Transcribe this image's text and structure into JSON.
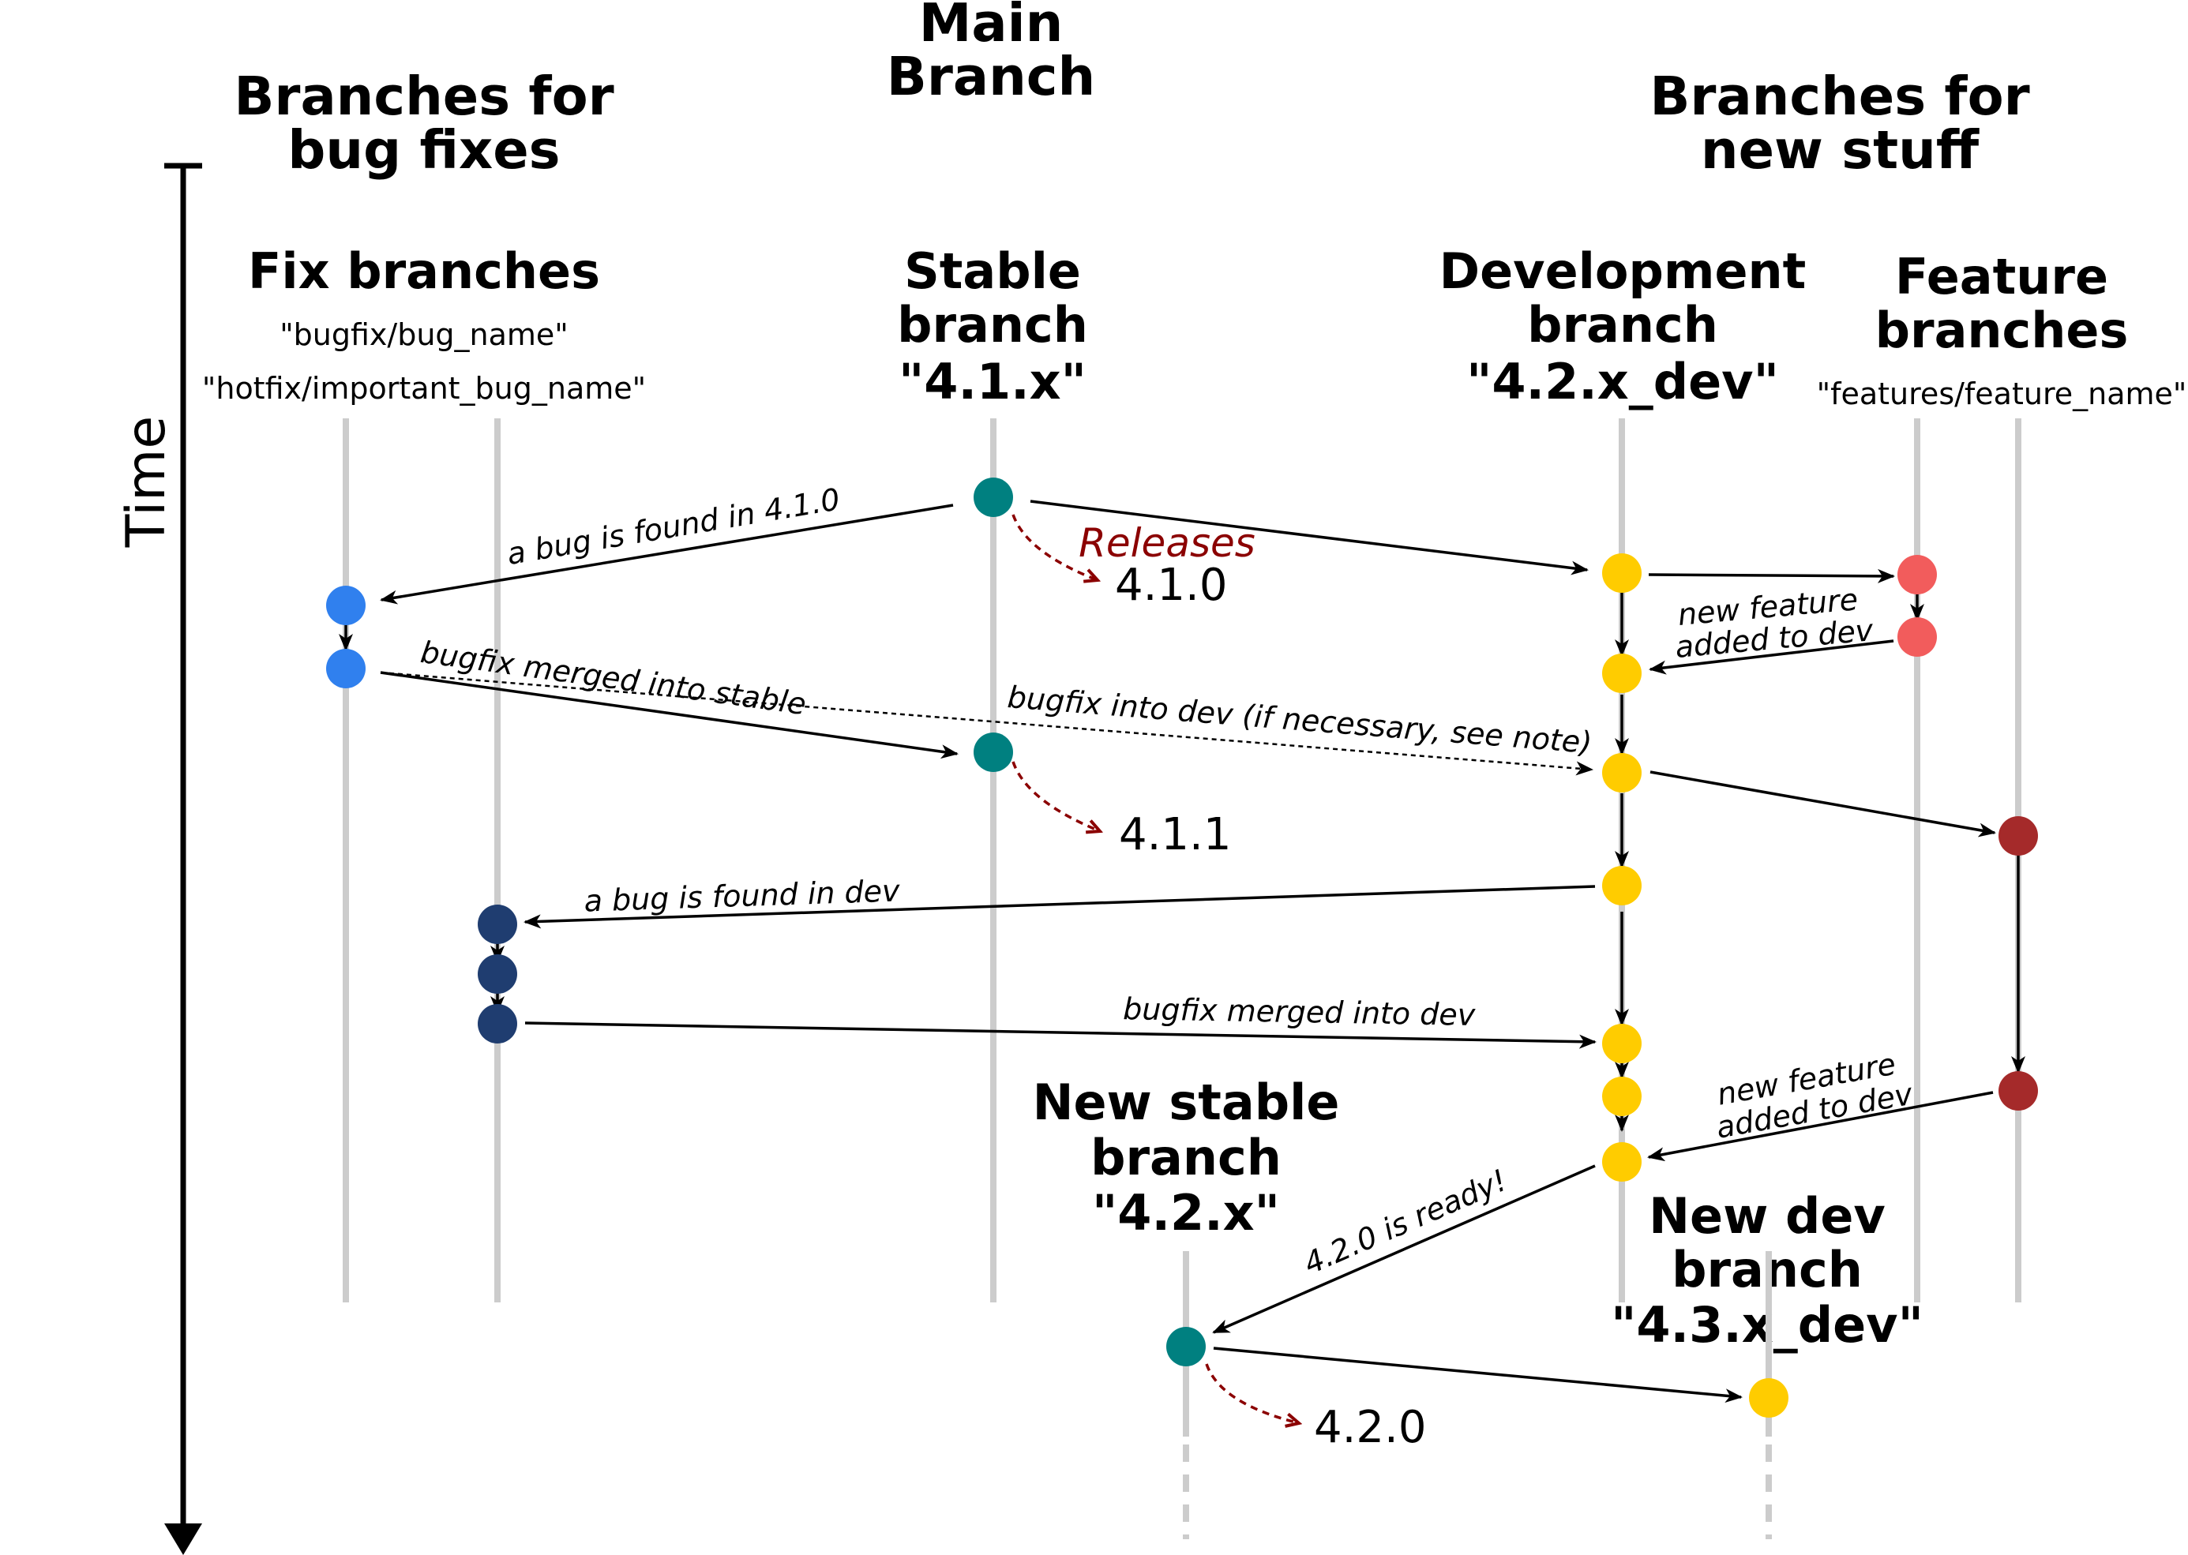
{
  "headers": {
    "bug_fixes": [
      "Branches for",
      "bug fixes"
    ],
    "main": [
      "Main",
      "Branch"
    ],
    "new_stuff": [
      "Branches for",
      "new stuff"
    ]
  },
  "time_label": "Time",
  "branch_titles": {
    "fix": {
      "lines": [
        "Fix branches"
      ],
      "patterns": [
        "\"bugfix/bug_name\"",
        "\"hotfix/important_bug_name\""
      ]
    },
    "stable": {
      "lines": [
        "Stable",
        "branch",
        "\"4.1.x\""
      ]
    },
    "dev": {
      "lines": [
        "Development",
        "branch",
        "\"4.2.x_dev\""
      ]
    },
    "feature": {
      "lines": [
        "Feature",
        "branches"
      ],
      "patterns": [
        "\"features/feature_name\""
      ]
    },
    "new_stable": {
      "lines": [
        "New stable",
        "branch",
        "\"4.2.x\""
      ]
    },
    "new_dev": {
      "lines": [
        "New dev",
        "branch",
        "\"4.3.x_dev\""
      ]
    }
  },
  "notes": {
    "bug_found_410": "a bug is found in 4.1.0",
    "releases": "Releases",
    "new_feature_1": [
      "new feature",
      "added to dev"
    ],
    "bugfix_into_stable": "bugfix merged into stable",
    "bugfix_into_dev_note": "bugfix into dev (if necessary, see note)",
    "bug_found_dev": "a bug is found in dev",
    "bugfix_into_dev": "bugfix merged into dev",
    "new_feature_2": [
      "new feature",
      "added to dev"
    ],
    "ready_420": "4.2.0 is ready!"
  },
  "releases": [
    "4.1.0",
    "4.1.1",
    "4.2.0"
  ],
  "colors": {
    "stable": "#008080",
    "dev": "#ffcc00",
    "fix_a": "#3080ee",
    "fix_b": "#1f3d70",
    "feature_a": "#f25c5c",
    "feature_b": "#a52a2a",
    "release": "#8b0000",
    "lane": "#cccccc"
  }
}
